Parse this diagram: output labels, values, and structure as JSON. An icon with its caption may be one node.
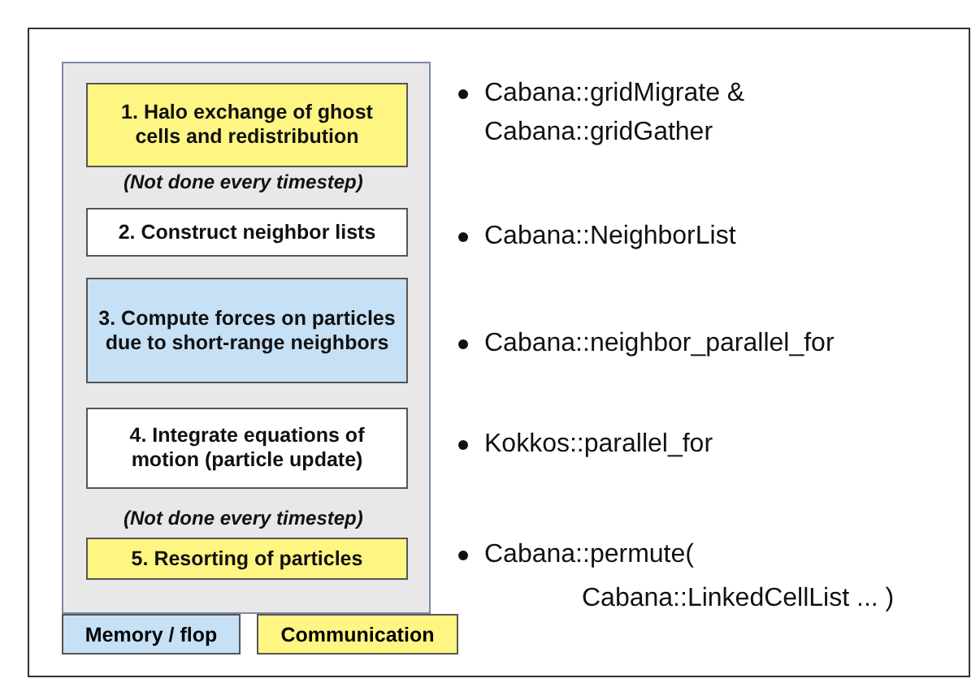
{
  "diagram": {
    "nodes": [
      {
        "text": [],
        "shape": "box"
      },
      {
        "text": [
          "1. Halo exchange of ghost cells and redistribution"
        ],
        "in": 0
      },
      {
        "text": [
          "2. Construct neighbor lists"
        ],
        "in": 0
      },
      {
        "text": [
          "3. Compute forces on particles due to short-range neighbors"
        ],
        "in": 0
      },
      {
        "text": [
          "4. Integrate equations of motion (particle update)"
        ],
        "in": 0
      },
      {
        "text": [
          "5. Resorting of particles"
        ],
        "in": 0
      }
    ],
    "edges": [],
    "labels": [
      "Cabana::gridMigrate & Cabana::gridGather",
      "(Not done every timestep)",
      "Cabana::NeighborList",
      "Cabana::neighbor_parallel_for",
      "Kokkos::parallel_for",
      "(Not done every timestep)",
      "Cabana::permute(",
      "Cabana::LinkedCellList ... )"
    ],
    "legend": [
      {
        "text": "Memory / flop",
        "color": "#c6e0f5"
      },
      {
        "text": "Communication",
        "color": "#fff582"
      }
    ]
  }
}
